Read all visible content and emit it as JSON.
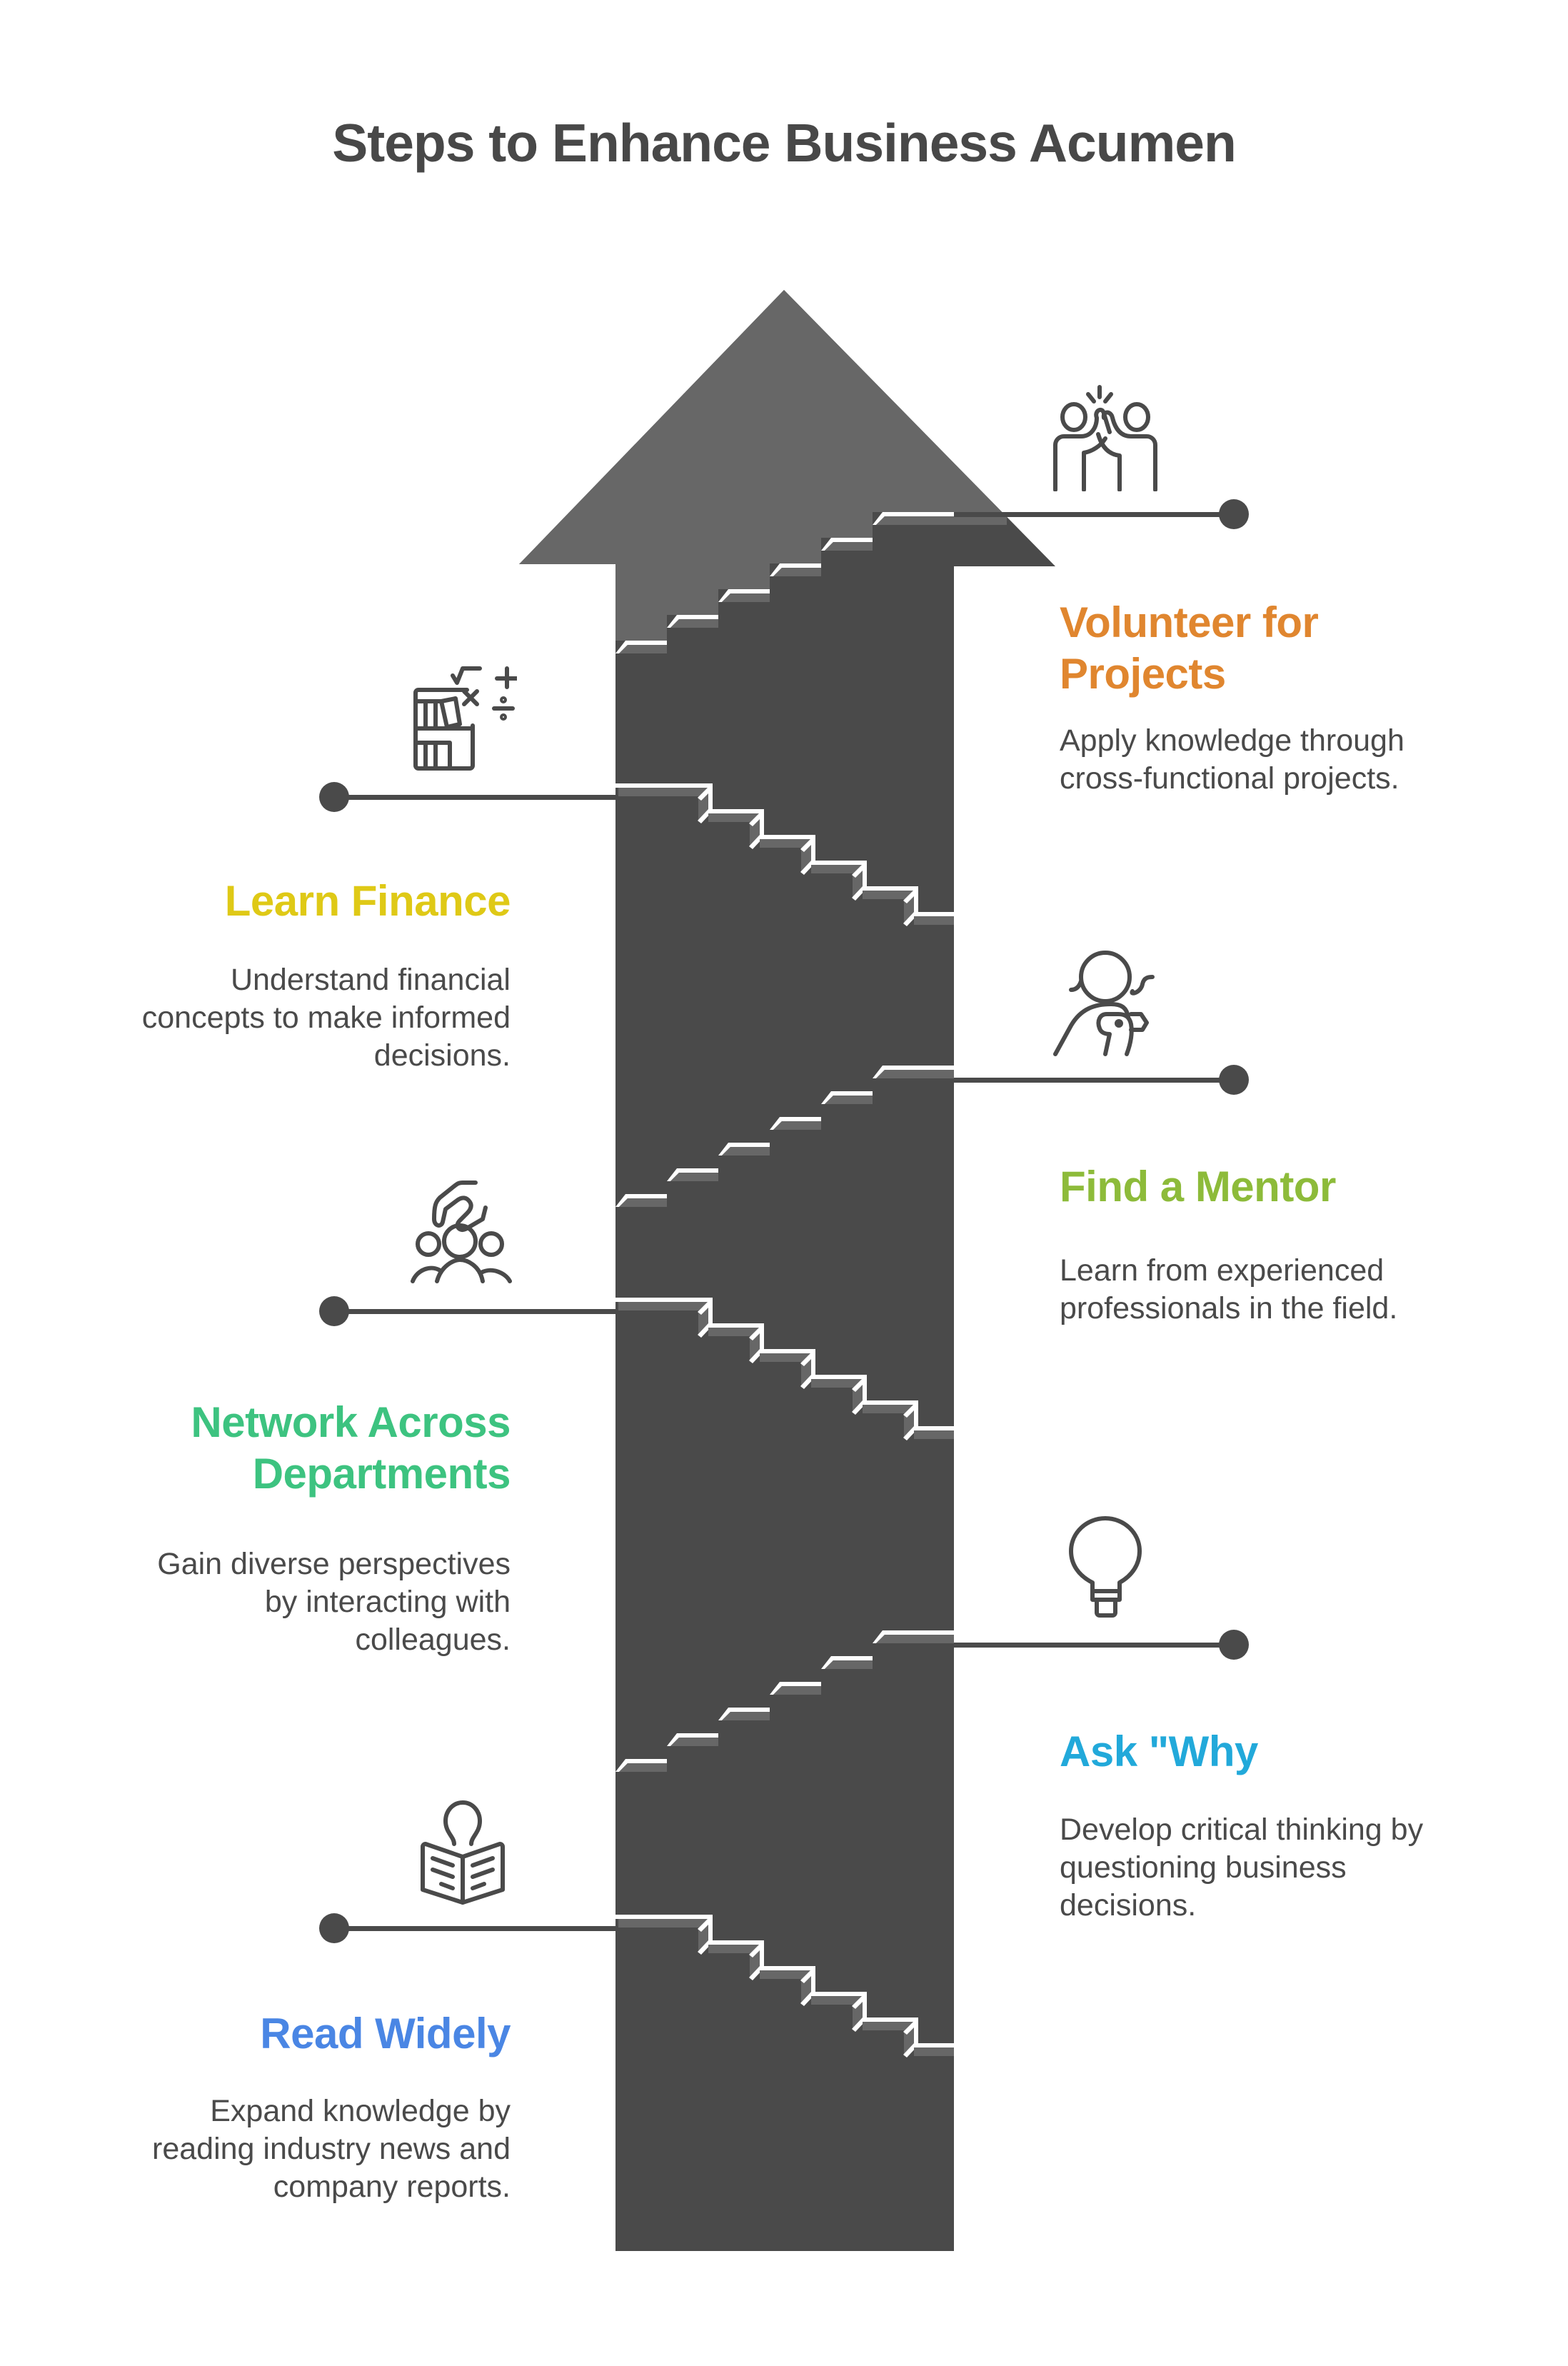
{
  "title": "Steps to Enhance Business Acumen",
  "colors": {
    "arrow_dark": "#4a4a4a",
    "arrow_light": "#676767",
    "text": "#4a4a4a"
  },
  "steps": [
    {
      "order": 6,
      "side": "right",
      "heading_line1": "Volunteer for",
      "heading_line2": "Projects",
      "description_lines": [
        "Apply knowledge through",
        "cross-functional projects."
      ],
      "color": "#E0862F",
      "icon": "high-five-icon"
    },
    {
      "order": 5,
      "side": "left",
      "heading_line1": "Learn Finance",
      "description_lines": [
        "Understand financial",
        "concepts to make informed",
        "decisions."
      ],
      "color": "#DFC916",
      "icon": "finance-books-math-icon"
    },
    {
      "order": 4,
      "side": "right",
      "heading_line1": "Find a Mentor",
      "description_lines": [
        "Learn from experienced",
        "professionals in the field."
      ],
      "color": "#8DBB3A",
      "icon": "mentor-person-icon"
    },
    {
      "order": 3,
      "side": "left",
      "heading_line1": "Network Across",
      "heading_line2": "Departments",
      "description_lines": [
        "Gain diverse perspectives",
        "by interacting with",
        "colleagues."
      ],
      "color": "#3DC380",
      "icon": "network-group-hand-icon"
    },
    {
      "order": 2,
      "side": "right",
      "heading_line1": "Ask \"Why",
      "description_lines": [
        "Develop critical thinking by",
        "questioning business",
        "decisions."
      ],
      "color": "#22A9DA",
      "icon": "lightbulb-icon"
    },
    {
      "order": 1,
      "side": "left",
      "heading_line1": "Read Widely",
      "description_lines": [
        "Expand knowledge by",
        "reading industry news and",
        "company reports."
      ],
      "color": "#4A86E4",
      "icon": "reading-person-icon"
    }
  ]
}
